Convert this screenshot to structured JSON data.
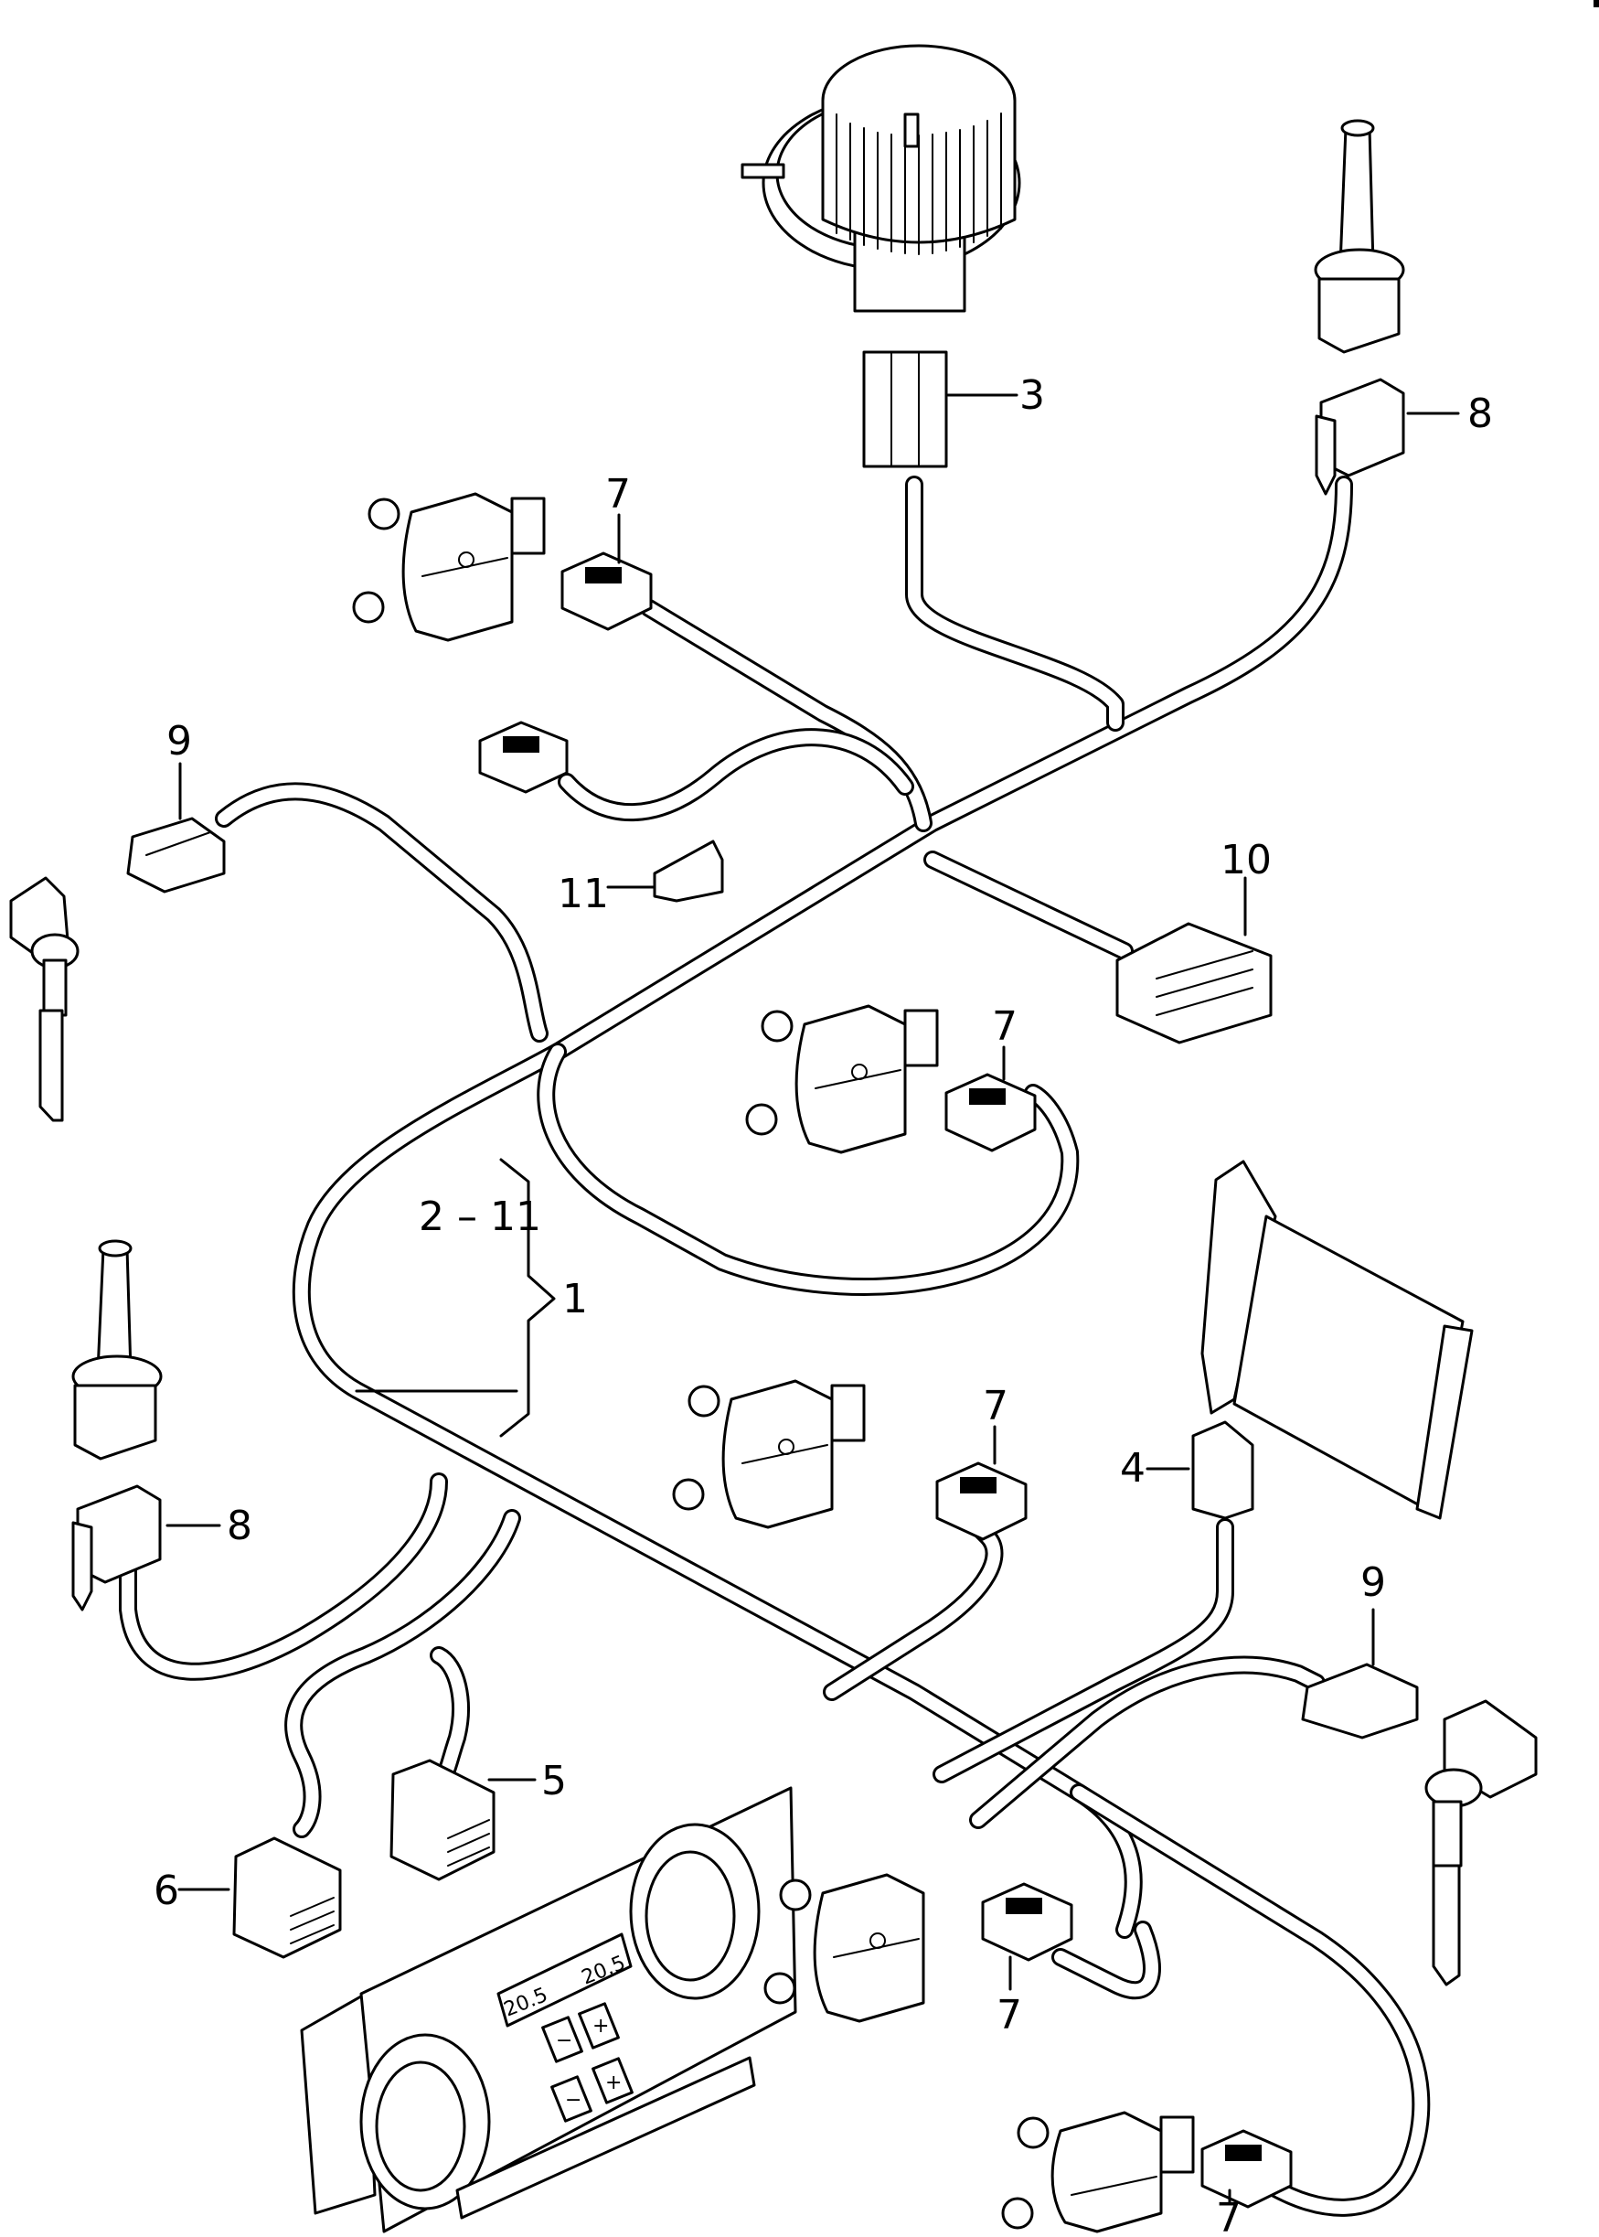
{
  "diagram": {
    "title": "Climate control wiring harness — exploded parts view",
    "callouts": [
      {
        "id": "c3",
        "text": "3"
      },
      {
        "id": "c8a",
        "text": "8"
      },
      {
        "id": "c7a",
        "text": "7"
      },
      {
        "id": "c9a",
        "text": "9"
      },
      {
        "id": "c11",
        "text": "11"
      },
      {
        "id": "c10",
        "text": "10"
      },
      {
        "id": "c7b",
        "text": "7"
      },
      {
        "id": "c2_11",
        "text": "2 – 11"
      },
      {
        "id": "c1",
        "text": "1"
      },
      {
        "id": "c7c",
        "text": "7"
      },
      {
        "id": "c4",
        "text": "4"
      },
      {
        "id": "c8b",
        "text": "8"
      },
      {
        "id": "c9b",
        "text": "9"
      },
      {
        "id": "c5",
        "text": "5"
      },
      {
        "id": "c6",
        "text": "6"
      },
      {
        "id": "c7d",
        "text": "7"
      },
      {
        "id": "c7e",
        "text": "7"
      }
    ],
    "control_panel": {
      "temp_left": "20.5",
      "temp_right": "20.5",
      "minus": "−",
      "plus": "+"
    },
    "parts": {
      "blower": "blower-motor",
      "heater_core": "heat-exchanger",
      "actuators": "flap-actuator",
      "sensors": "temperature-sensor"
    }
  }
}
